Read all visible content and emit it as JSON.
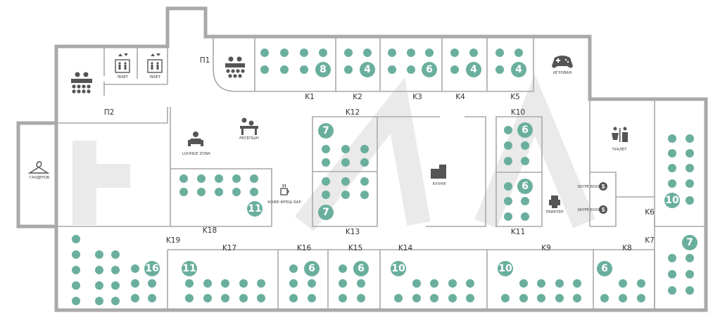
{
  "colors": {
    "seat": "#6aaf9d",
    "wall": "#a9a9a9",
    "label": "#333333"
  },
  "amenities": {
    "lift_left": "ЛИФТ",
    "lift_right": "ЛИФТ",
    "cloakroom": "ГАРДЕРОБ",
    "lounge": "LOUNGE ZONA",
    "reception": "РЕСЕПШН",
    "coffee": "КОФЕ-ФРЕШ БАР",
    "kitchen": "КУХНЯ",
    "printer": "ПРИНТЕР",
    "game_room": "ИГРОВАЯ",
    "toilet": "ТУАЛЕТ",
    "skype_a": "SKYPE ROOM",
    "skype_b": "SKYPE ROOM"
  },
  "meeting_rooms": {
    "p1": "П1",
    "p2": "П2"
  },
  "offices": [
    {
      "id": "K1",
      "seats": 8
    },
    {
      "id": "K2",
      "seats": 4
    },
    {
      "id": "K3",
      "seats": 6
    },
    {
      "id": "K4",
      "seats": 4
    },
    {
      "id": "K5",
      "seats": 4
    },
    {
      "id": "K6",
      "seats": 10
    },
    {
      "id": "K7",
      "seats": 7
    },
    {
      "id": "K8",
      "seats": 6
    },
    {
      "id": "K9",
      "seats": 10
    },
    {
      "id": "K10",
      "seats": 6
    },
    {
      "id": "K11",
      "seats": 6
    },
    {
      "id": "K12",
      "seats": 7
    },
    {
      "id": "K13",
      "seats": 7
    },
    {
      "id": "K14",
      "seats": 10
    },
    {
      "id": "K15",
      "seats": 6
    },
    {
      "id": "K16",
      "seats": 6
    },
    {
      "id": "K17",
      "seats": 11
    },
    {
      "id": "K18",
      "seats": 11
    },
    {
      "id": "K19",
      "seats": 16
    }
  ]
}
